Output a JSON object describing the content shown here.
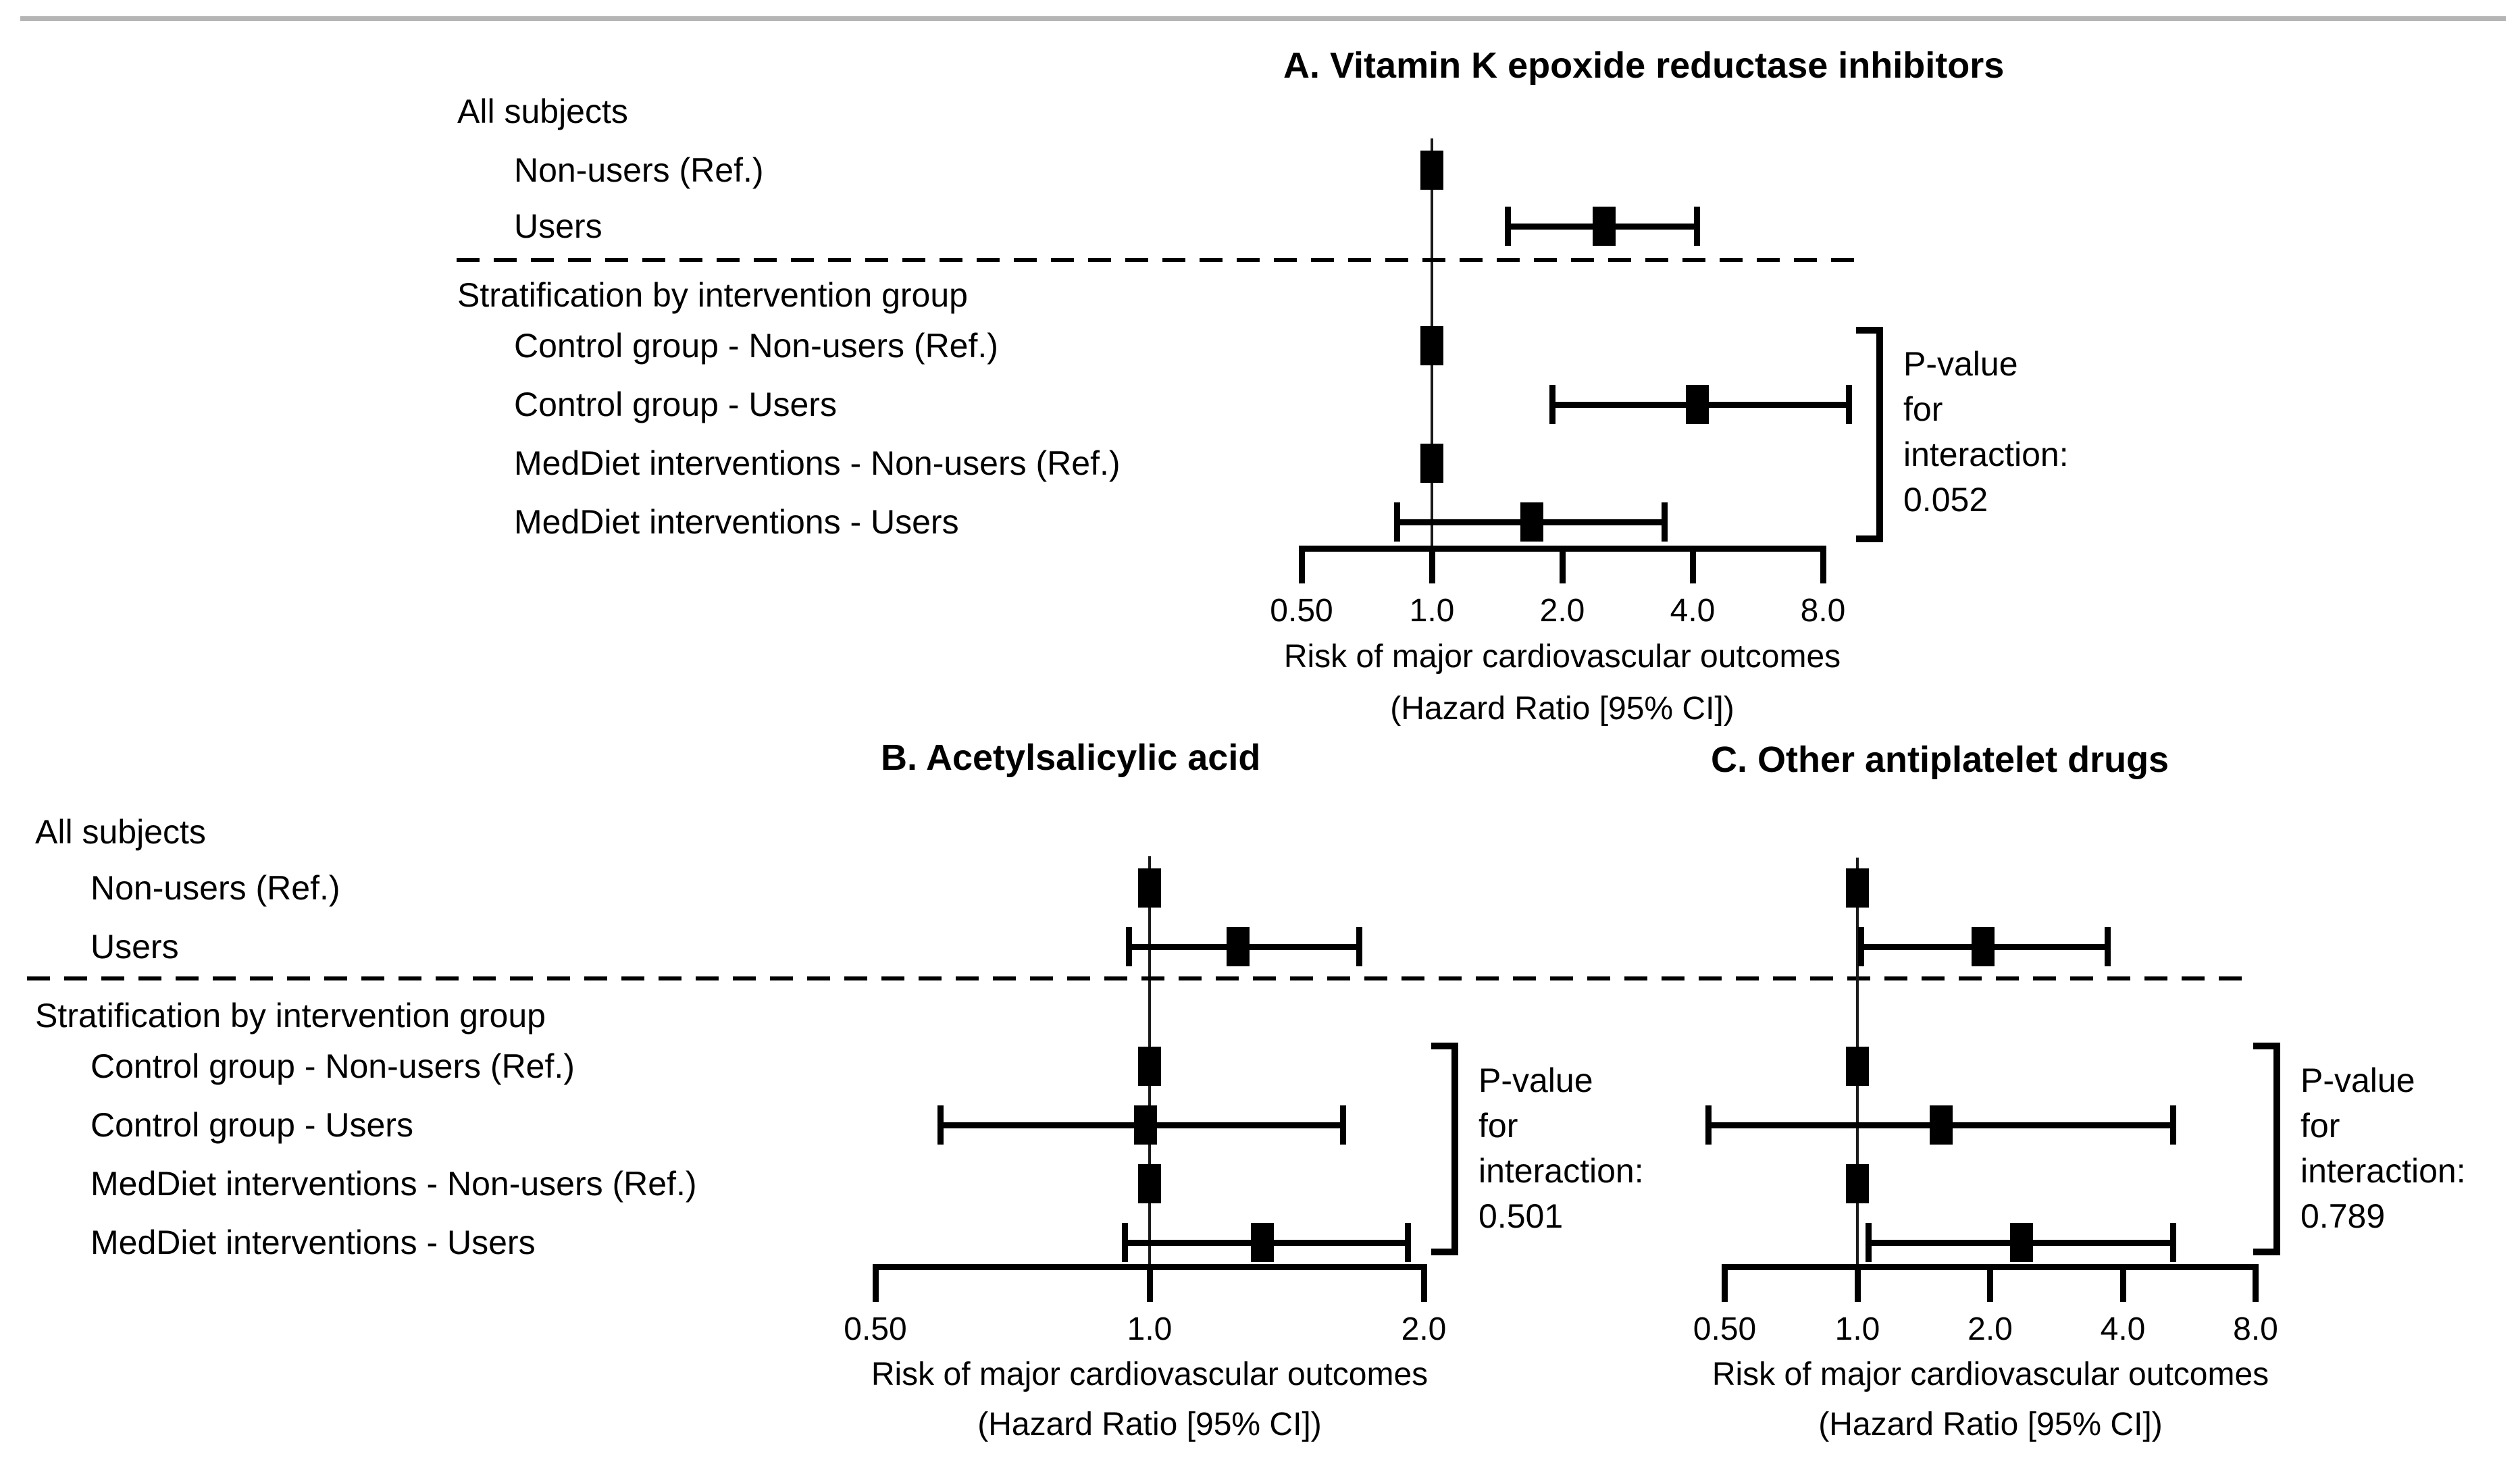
{
  "figure": {
    "kind": "forest-plot-figure",
    "background": "#ffffff",
    "top_rule_color": "#b5b5b5",
    "marker_color": "#000000"
  },
  "chart_data": [
    {
      "type": "scatter",
      "subtype": "forest",
      "panel": "A",
      "title": "A. Vitamin K epoxide reductase inhibitors",
      "xlabel": "Risk of major cardiovascular outcomes",
      "xlabel2": "(Hazard Ratio [95% CI])",
      "x_scale": "log2",
      "x_ticks": [
        0.5,
        1.0,
        2.0,
        4.0,
        8.0
      ],
      "x_tick_labels": [
        "0.50",
        "1.0",
        "2.0",
        "4.0",
        "8.0"
      ],
      "reference_line": 1.0,
      "labels_shown": true,
      "groups": [
        {
          "label": "All subjects",
          "header": true
        },
        {
          "label": "Non-users (Ref.)",
          "hr": 1.0,
          "ref": true
        },
        {
          "label": "Users",
          "hr": 2.5,
          "ci": [
            1.5,
            4.1
          ]
        },
        {
          "divider": true
        },
        {
          "label": "Stratification by intervention group",
          "header": true
        },
        {
          "label": "Control group - Non-users (Ref.)",
          "hr": 1.0,
          "ref": true
        },
        {
          "label": "Control group - Users",
          "hr": 4.1,
          "ci": [
            1.9,
            9.2
          ]
        },
        {
          "label": "MedDiet interventions - Non-users (Ref.)",
          "hr": 1.0,
          "ref": true
        },
        {
          "label": "MedDiet interventions - Users",
          "hr": 1.7,
          "ci": [
            0.83,
            3.45
          ]
        }
      ],
      "p_value": 0.052,
      "p_value_note_lines": [
        "P-value",
        "for",
        "interaction:",
        "0.052"
      ]
    },
    {
      "type": "scatter",
      "subtype": "forest",
      "panel": "B",
      "title": "B. Acetylsalicylic acid",
      "xlabel": "Risk of major cardiovascular outcomes",
      "xlabel2": "(Hazard Ratio [95% CI])",
      "x_scale": "log2",
      "x_ticks": [
        0.5,
        1.0,
        2.0
      ],
      "x_tick_labels": [
        "0.50",
        "1.0",
        "2.0"
      ],
      "reference_line": 1.0,
      "labels_shown": true,
      "groups": [
        {
          "label": "All subjects",
          "header": true
        },
        {
          "label": "Non-users (Ref.)",
          "hr": 1.0,
          "ref": true
        },
        {
          "label": "Users",
          "hr": 1.25,
          "ci": [
            0.95,
            1.7
          ]
        },
        {
          "divider": true
        },
        {
          "label": "Stratification by intervention group",
          "header": true
        },
        {
          "label": "Control group - Non-users (Ref.)",
          "hr": 1.0,
          "ref": true
        },
        {
          "label": "Control group - Users",
          "hr": 0.99,
          "ci": [
            0.59,
            1.63
          ]
        },
        {
          "label": "MedDiet interventions - Non-users (Ref.)",
          "hr": 1.0,
          "ref": true
        },
        {
          "label": "MedDiet interventions - Users",
          "hr": 1.33,
          "ci": [
            0.94,
            1.92
          ]
        }
      ],
      "p_value": 0.501,
      "p_value_note_lines": [
        "P-value",
        "for",
        "interaction:",
        "0.501"
      ]
    },
    {
      "type": "scatter",
      "subtype": "forest",
      "panel": "C",
      "title": "C. Other antiplatelet drugs",
      "xlabel": "Risk of major cardiovascular outcomes",
      "xlabel2": "(Hazard Ratio [95% CI])",
      "x_scale": "log2",
      "x_ticks": [
        0.5,
        1.0,
        2.0,
        4.0,
        8.0
      ],
      "x_tick_labels": [
        "0.50",
        "1.0",
        "2.0",
        "4.0",
        "8.0"
      ],
      "reference_line": 1.0,
      "labels_shown": false,
      "labels_shared_with_panel": "B",
      "groups": [
        {
          "label": "All subjects",
          "header": true
        },
        {
          "label": "Non-users (Ref.)",
          "hr": 1.0,
          "ref": true
        },
        {
          "label": "Users",
          "hr": 1.93,
          "ci": [
            1.02,
            3.7
          ]
        },
        {
          "divider": true
        },
        {
          "label": "Stratification by intervention group",
          "header": true
        },
        {
          "label": "Control group - Non-users (Ref.)",
          "hr": 1.0,
          "ref": true
        },
        {
          "label": "Control group - Users",
          "hr": 1.55,
          "ci": [
            0.46,
            5.2
          ]
        },
        {
          "label": "MedDiet interventions - Non-users (Ref.)",
          "hr": 1.0,
          "ref": true
        },
        {
          "label": "MedDiet interventions - Users",
          "hr": 2.36,
          "ci": [
            1.06,
            5.2
          ]
        }
      ],
      "p_value": 0.789,
      "p_value_note_lines": [
        "P-value",
        "for",
        "interaction:",
        "0.789"
      ]
    }
  ]
}
